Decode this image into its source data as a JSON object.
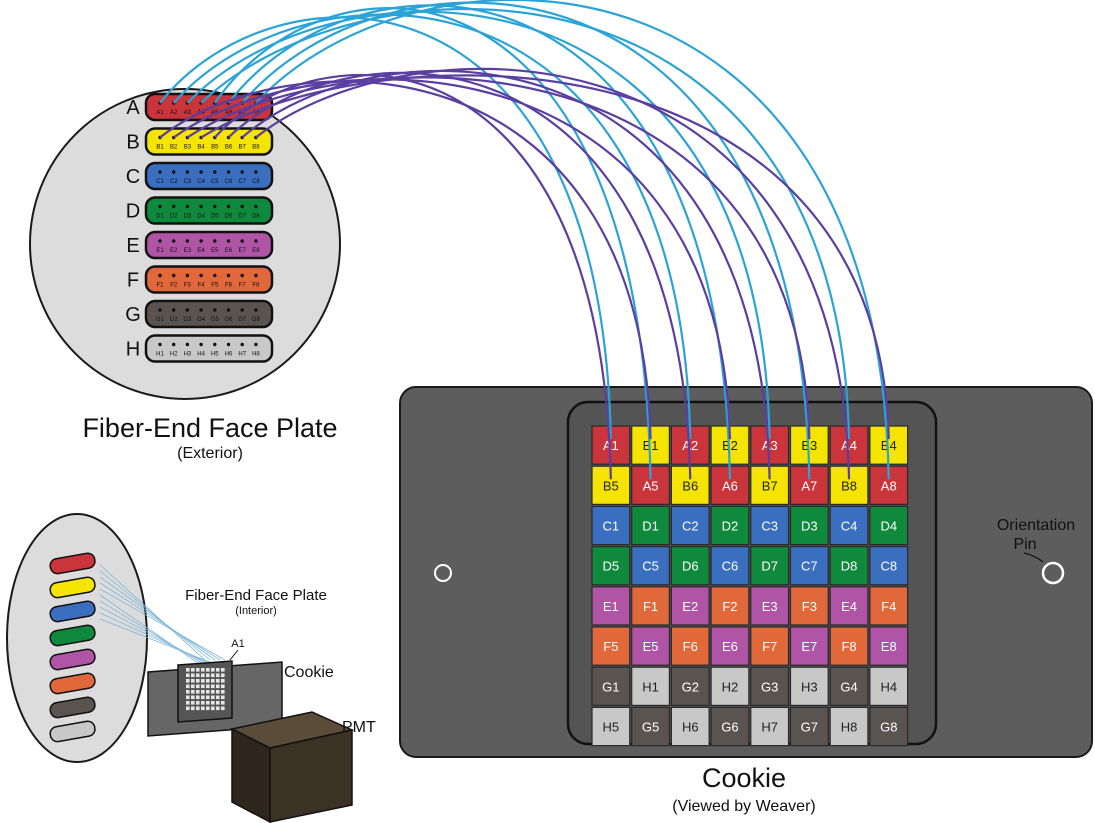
{
  "colors": {
    "A": "#c9353b",
    "B": "#f5e400",
    "C": "#3a6fbf",
    "D": "#0f8a3d",
    "E": "#b055a6",
    "F": "#e0683a",
    "G": "#5a5450",
    "H": "#c8c8c8",
    "fiber_blue": "#2aa3d6",
    "fiber_purple": "#5a3fa0",
    "panel": "#5d5d5d"
  },
  "faceplate": {
    "title": "Fiber-End Face Plate",
    "subtitle": "(Exterior)",
    "rows": [
      {
        "letter": "A",
        "color_key": "A",
        "pins": [
          "A1",
          "A2",
          "A3",
          "A4",
          "A5",
          "A6",
          "A7",
          "A8"
        ]
      },
      {
        "letter": "B",
        "color_key": "B",
        "pins": [
          "B1",
          "B2",
          "B3",
          "B4",
          "B5",
          "B6",
          "B7",
          "B8"
        ]
      },
      {
        "letter": "C",
        "color_key": "C",
        "pins": [
          "C1",
          "C2",
          "C3",
          "C4",
          "C5",
          "C6",
          "C7",
          "C8"
        ]
      },
      {
        "letter": "D",
        "color_key": "D",
        "pins": [
          "D1",
          "D2",
          "D3",
          "D4",
          "D5",
          "D6",
          "D7",
          "D8"
        ]
      },
      {
        "letter": "E",
        "color_key": "E",
        "pins": [
          "E1",
          "E2",
          "E3",
          "E4",
          "E5",
          "E6",
          "E7",
          "E8"
        ]
      },
      {
        "letter": "F",
        "color_key": "F",
        "pins": [
          "F1",
          "F2",
          "F3",
          "F4",
          "F5",
          "F6",
          "F7",
          "F8"
        ]
      },
      {
        "letter": "G",
        "color_key": "G",
        "pins": [
          "G1",
          "G2",
          "G3",
          "G4",
          "G5",
          "G6",
          "G7",
          "G8"
        ]
      },
      {
        "letter": "H",
        "color_key": "H",
        "pins": [
          "H1",
          "H2",
          "H3",
          "H4",
          "H5",
          "H6",
          "H7",
          "H8"
        ]
      }
    ]
  },
  "cookie": {
    "title": "Cookie",
    "subtitle": "(Viewed by Weaver)",
    "orientation_label_1": "Orientation",
    "orientation_label_2": "Pin",
    "grid": [
      [
        "A1",
        "B1",
        "A2",
        "B2",
        "A3",
        "B3",
        "A4",
        "B4"
      ],
      [
        "B5",
        "A5",
        "B6",
        "A6",
        "B7",
        "A7",
        "B8",
        "A8"
      ],
      [
        "C1",
        "D1",
        "C2",
        "D2",
        "C3",
        "D3",
        "C4",
        "D4"
      ],
      [
        "D5",
        "C5",
        "D6",
        "C6",
        "D7",
        "C7",
        "D8",
        "C8"
      ],
      [
        "E1",
        "F1",
        "E2",
        "F2",
        "E3",
        "F3",
        "E4",
        "F4"
      ],
      [
        "F5",
        "E5",
        "F6",
        "E6",
        "F7",
        "E7",
        "F8",
        "E8"
      ],
      [
        "G1",
        "H1",
        "G2",
        "H2",
        "G3",
        "H3",
        "G4",
        "H4"
      ],
      [
        "H5",
        "G5",
        "H6",
        "G6",
        "H7",
        "G7",
        "H8",
        "G8"
      ]
    ]
  },
  "inset": {
    "faceplate_title": "Fiber-End Face Plate",
    "faceplate_subtitle": "(Interior)",
    "a1_label": "A1",
    "cookie_label": "Cookie",
    "pmt_label": "PMT",
    "bar_color_keys": [
      "A",
      "B",
      "C",
      "D",
      "E",
      "F",
      "G",
      "H"
    ]
  }
}
